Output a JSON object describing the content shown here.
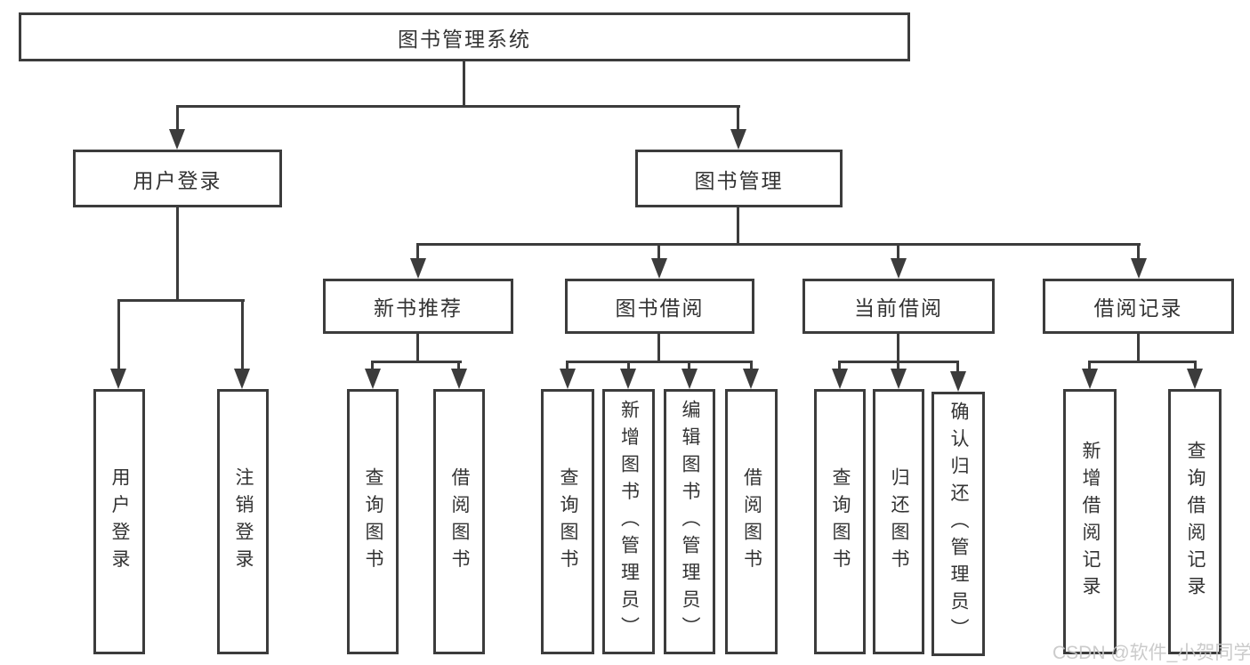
{
  "colors": {
    "line": "#3c3c3c",
    "box_fill": "#ffffff",
    "text": "#333333",
    "watermark": "#c6c6c6",
    "background": "#ffffff"
  },
  "diagram": {
    "type": "hierarchy-tree",
    "tree": {
      "label": "图书管理系统",
      "children": [
        {
          "label": "用户登录",
          "children": [
            {
              "label": "用户登录"
            },
            {
              "label": "注销登录"
            }
          ]
        },
        {
          "label": "图书管理",
          "children": [
            {
              "label": "新书推荐",
              "children": [
                {
                  "label": "查询图书"
                },
                {
                  "label": "借阅图书"
                }
              ]
            },
            {
              "label": "图书借阅",
              "children": [
                {
                  "label": "查询图书"
                },
                {
                  "label": "新增图书（管理员）"
                },
                {
                  "label": "编辑图书（管理员）"
                },
                {
                  "label": "借阅图书"
                }
              ]
            },
            {
              "label": "当前借阅",
              "children": [
                {
                  "label": "查询图书"
                },
                {
                  "label": "归还图书"
                },
                {
                  "label": "确认归还（管理员）"
                }
              ]
            },
            {
              "label": "借阅记录",
              "children": [
                {
                  "label": "新增借阅记录"
                },
                {
                  "label": "查询借阅记录"
                }
              ]
            }
          ]
        }
      ]
    }
  },
  "watermark": {
    "text": "CSDN @软件_小贺同学"
  }
}
